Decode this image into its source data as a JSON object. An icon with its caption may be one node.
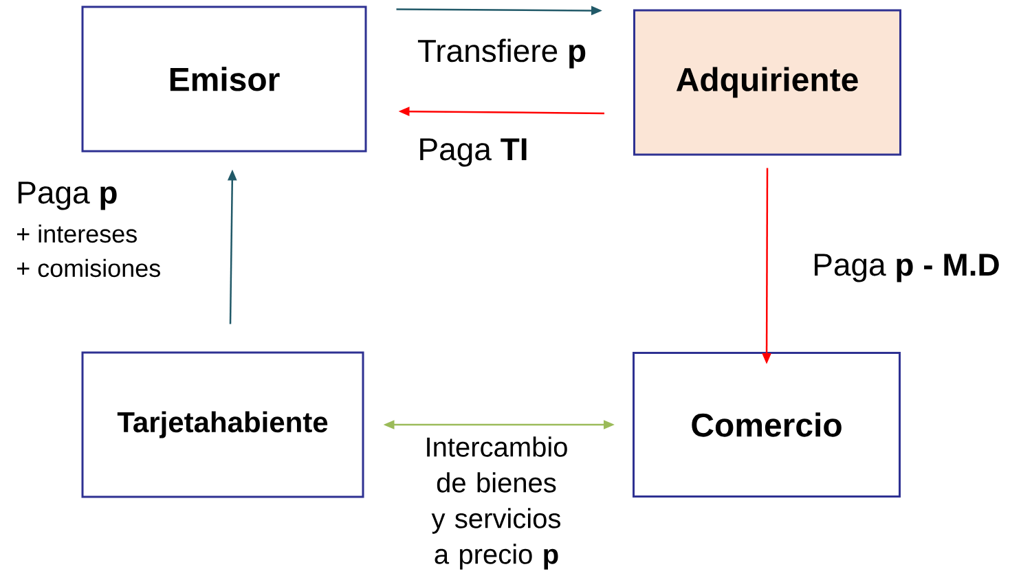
{
  "diagram": {
    "nodes": [
      {
        "text": [
          "Emisor"
        ]
      },
      {
        "text": [
          "Adquiriente"
        ]
      },
      {
        "text": [
          "Tarjetahabiente"
        ]
      },
      {
        "text": [
          "Comercio"
        ]
      }
    ],
    "edges": [
      {
        "from": 0,
        "to": 1,
        "arrow": "to",
        "label": "Transfiere **p**",
        "color": "#215968"
      },
      {
        "from": 1,
        "to": 0,
        "arrow": "to",
        "label": "Paga **TI**",
        "color": "#ff0000"
      },
      {
        "from": 2,
        "to": 0,
        "arrow": "to",
        "label": "Paga **p**",
        "color": "#215968"
      },
      {
        "from": 1,
        "to": 3,
        "arrow": "to",
        "label": "Paga **p - M.D**",
        "color": "#ff0000"
      },
      {
        "from": 2,
        "to": 3,
        "arrow": "both",
        "label": "Intercambio de bienes y servicios a precio **p**",
        "color": "#9bbb59"
      }
    ],
    "labels": [
      "+ intereses",
      "+ comisiones"
    ]
  }
}
